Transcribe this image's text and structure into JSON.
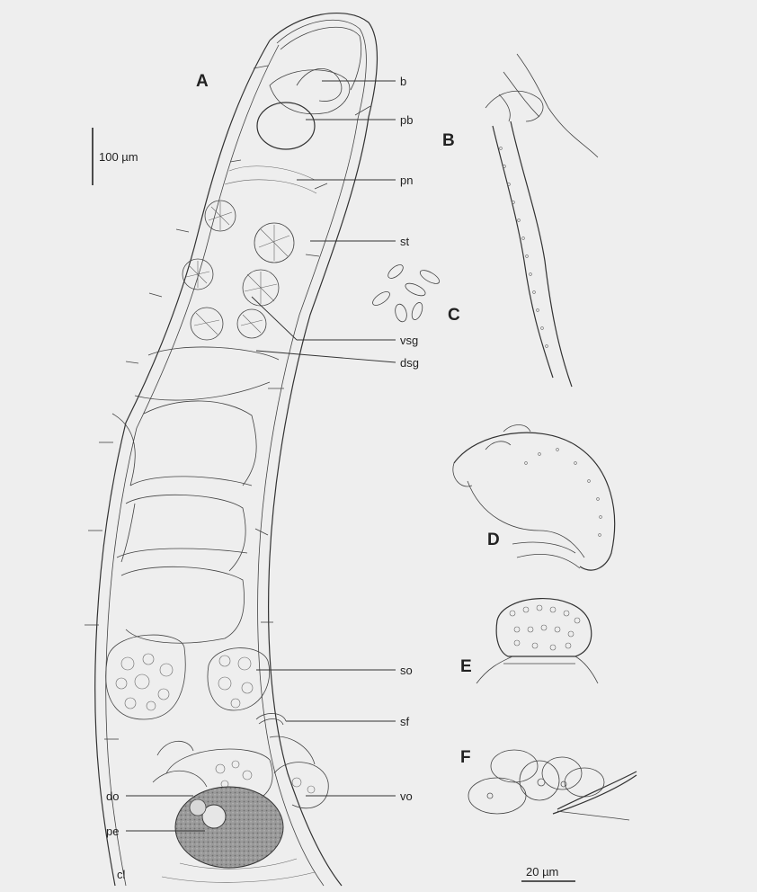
{
  "figure": {
    "panel_labels": {
      "a": "A",
      "b": "B",
      "c": "C",
      "d": "D",
      "e": "E",
      "f": "F"
    },
    "scale_bars": {
      "large": "100 µm",
      "small": "20 µm"
    },
    "structure_labels": {
      "b": "b",
      "pb": "pb",
      "pn": "pn",
      "st": "st",
      "vsg": "vsg",
      "dsg": "dsg",
      "so": "so",
      "sf": "sf",
      "do": "do",
      "vo": "vo",
      "pe": "pe",
      "cl": "cl"
    }
  }
}
